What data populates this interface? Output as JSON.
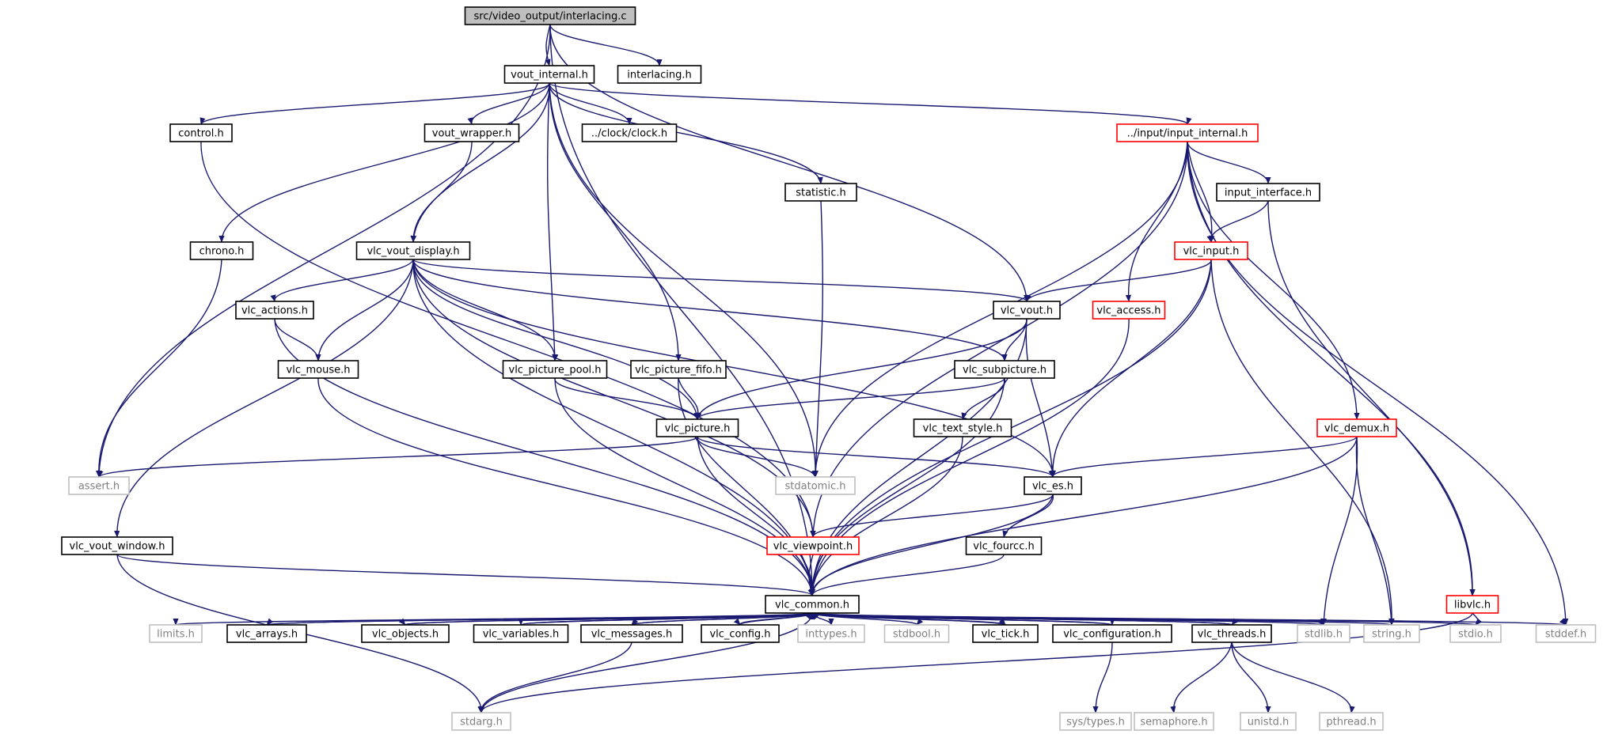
{
  "colors": {
    "edge": "#191970",
    "border_normal": "#000000",
    "border_truncated": "#ff0000",
    "border_external": "#bfbfbf",
    "fill_root": "#bfbfbf",
    "text_normal": "#000000",
    "text_external": "#7f7f7f"
  },
  "nodes": [
    {
      "id": "interlacing_c",
      "label": "src/video_output/interlacing.c",
      "kind": "root"
    },
    {
      "id": "vout_internal",
      "label": "vout_internal.h",
      "kind": "normal"
    },
    {
      "id": "interlacing_h",
      "label": "interlacing.h",
      "kind": "normal"
    },
    {
      "id": "control",
      "label": "control.h",
      "kind": "normal"
    },
    {
      "id": "vout_wrapper",
      "label": "vout_wrapper.h",
      "kind": "normal"
    },
    {
      "id": "clock",
      "label": "../clock/clock.h",
      "kind": "normal"
    },
    {
      "id": "input_internal",
      "label": "../input/input_internal.h",
      "kind": "truncated"
    },
    {
      "id": "statistic",
      "label": "statistic.h",
      "kind": "normal"
    },
    {
      "id": "input_interface",
      "label": "input_interface.h",
      "kind": "normal"
    },
    {
      "id": "chrono",
      "label": "chrono.h",
      "kind": "normal"
    },
    {
      "id": "vout_display",
      "label": "vlc_vout_display.h",
      "kind": "normal"
    },
    {
      "id": "vlc_input",
      "label": "vlc_input.h",
      "kind": "truncated"
    },
    {
      "id": "vlc_actions",
      "label": "vlc_actions.h",
      "kind": "normal"
    },
    {
      "id": "vlc_vout",
      "label": "vlc_vout.h",
      "kind": "normal"
    },
    {
      "id": "vlc_access",
      "label": "vlc_access.h",
      "kind": "truncated"
    },
    {
      "id": "vlc_mouse",
      "label": "vlc_mouse.h",
      "kind": "normal"
    },
    {
      "id": "picture_pool",
      "label": "vlc_picture_pool.h",
      "kind": "normal"
    },
    {
      "id": "picture_fifo",
      "label": "vlc_picture_fifo.h",
      "kind": "normal"
    },
    {
      "id": "subpicture",
      "label": "vlc_subpicture.h",
      "kind": "normal"
    },
    {
      "id": "text_style",
      "label": "vlc_text_style.h",
      "kind": "normal"
    },
    {
      "id": "vlc_picture",
      "label": "vlc_picture.h",
      "kind": "normal"
    },
    {
      "id": "vlc_demux",
      "label": "vlc_demux.h",
      "kind": "truncated"
    },
    {
      "id": "assert",
      "label": "assert.h",
      "kind": "external"
    },
    {
      "id": "stdatomic",
      "label": "stdatomic.h",
      "kind": "external"
    },
    {
      "id": "vlc_es",
      "label": "vlc_es.h",
      "kind": "normal"
    },
    {
      "id": "vout_window",
      "label": "vlc_vout_window.h",
      "kind": "normal"
    },
    {
      "id": "viewpoint",
      "label": "vlc_viewpoint.h",
      "kind": "truncated"
    },
    {
      "id": "fourcc",
      "label": "vlc_fourcc.h",
      "kind": "normal"
    },
    {
      "id": "libvlc",
      "label": "libvlc.h",
      "kind": "truncated"
    },
    {
      "id": "vlc_common",
      "label": "vlc_common.h",
      "kind": "normal"
    },
    {
      "id": "limits",
      "label": "limits.h",
      "kind": "external"
    },
    {
      "id": "vlc_arrays",
      "label": "vlc_arrays.h",
      "kind": "normal"
    },
    {
      "id": "vlc_objects",
      "label": "vlc_objects.h",
      "kind": "normal"
    },
    {
      "id": "vlc_variables",
      "label": "vlc_variables.h",
      "kind": "normal"
    },
    {
      "id": "vlc_messages",
      "label": "vlc_messages.h",
      "kind": "normal"
    },
    {
      "id": "vlc_config",
      "label": "vlc_config.h",
      "kind": "normal"
    },
    {
      "id": "inttypes",
      "label": "inttypes.h",
      "kind": "external"
    },
    {
      "id": "stdbool",
      "label": "stdbool.h",
      "kind": "external"
    },
    {
      "id": "vlc_tick",
      "label": "vlc_tick.h",
      "kind": "normal"
    },
    {
      "id": "vlc_configuration",
      "label": "vlc_configuration.h",
      "kind": "normal"
    },
    {
      "id": "vlc_threads",
      "label": "vlc_threads.h",
      "kind": "normal"
    },
    {
      "id": "stdlib",
      "label": "stdlib.h",
      "kind": "external"
    },
    {
      "id": "string",
      "label": "string.h",
      "kind": "external"
    },
    {
      "id": "stdio",
      "label": "stdio.h",
      "kind": "external"
    },
    {
      "id": "stddef",
      "label": "stddef.h",
      "kind": "external"
    },
    {
      "id": "stdarg",
      "label": "stdarg.h",
      "kind": "external"
    },
    {
      "id": "sys_types",
      "label": "sys/types.h",
      "kind": "external"
    },
    {
      "id": "semaphore",
      "label": "semaphore.h",
      "kind": "external"
    },
    {
      "id": "unistd",
      "label": "unistd.h",
      "kind": "external"
    },
    {
      "id": "pthread",
      "label": "pthread.h",
      "kind": "external"
    }
  ],
  "edges": [
    [
      "interlacing_c",
      "vout_internal"
    ],
    [
      "interlacing_c",
      "interlacing_h"
    ],
    [
      "interlacing_c",
      "assert"
    ],
    [
      "interlacing_c",
      "vlc_vout"
    ],
    [
      "interlacing_c",
      "vlc_common"
    ],
    [
      "vout_internal",
      "control"
    ],
    [
      "vout_internal",
      "vout_wrapper"
    ],
    [
      "vout_internal",
      "clock"
    ],
    [
      "vout_internal",
      "input_internal"
    ],
    [
      "vout_internal",
      "statistic"
    ],
    [
      "vout_internal",
      "chrono"
    ],
    [
      "vout_internal",
      "vout_display"
    ],
    [
      "vout_internal",
      "picture_pool"
    ],
    [
      "vout_internal",
      "picture_fifo"
    ],
    [
      "vout_internal",
      "stdatomic"
    ],
    [
      "control",
      "viewpoint"
    ],
    [
      "vout_wrapper",
      "vout_display"
    ],
    [
      "statistic",
      "stdatomic"
    ],
    [
      "chrono",
      "assert"
    ],
    [
      "input_internal",
      "input_interface"
    ],
    [
      "input_internal",
      "vlc_input"
    ],
    [
      "input_internal",
      "vlc_access"
    ],
    [
      "input_internal",
      "vlc_demux"
    ],
    [
      "input_internal",
      "libvlc"
    ],
    [
      "input_internal",
      "stddef"
    ],
    [
      "input_internal",
      "stdatomic"
    ],
    [
      "input_internal",
      "viewpoint"
    ],
    [
      "input_interface",
      "vlc_input"
    ],
    [
      "input_interface",
      "libvlc"
    ],
    [
      "vlc_input",
      "vlc_vout"
    ],
    [
      "vlc_input",
      "vlc_es"
    ],
    [
      "vlc_input",
      "vlc_common"
    ],
    [
      "vlc_input",
      "string"
    ],
    [
      "vout_display",
      "vlc_actions"
    ],
    [
      "vout_display",
      "vlc_mouse"
    ],
    [
      "vout_display",
      "picture_pool"
    ],
    [
      "vout_display",
      "vlc_picture"
    ],
    [
      "vout_display",
      "subpicture"
    ],
    [
      "vout_display",
      "vlc_vout"
    ],
    [
      "vout_display",
      "vout_window"
    ],
    [
      "vout_display",
      "viewpoint"
    ],
    [
      "vout_display",
      "vlc_es"
    ],
    [
      "vout_display",
      "vlc_common"
    ],
    [
      "vlc_actions",
      "vlc_mouse"
    ],
    [
      "vlc_actions",
      "vlc_common"
    ],
    [
      "vlc_mouse",
      "vlc_common"
    ],
    [
      "vlc_vout",
      "subpicture"
    ],
    [
      "vlc_vout",
      "vlc_picture"
    ],
    [
      "vlc_vout",
      "vlc_es"
    ],
    [
      "vlc_vout",
      "vlc_common"
    ],
    [
      "vlc_access",
      "vlc_common"
    ],
    [
      "picture_pool",
      "vlc_picture"
    ],
    [
      "picture_pool",
      "vlc_common"
    ],
    [
      "picture_fifo",
      "vlc_picture"
    ],
    [
      "picture_fifo",
      "vlc_common"
    ],
    [
      "subpicture",
      "vlc_picture"
    ],
    [
      "subpicture",
      "text_style"
    ],
    [
      "subpicture",
      "vlc_common"
    ],
    [
      "text_style",
      "vlc_common"
    ],
    [
      "vlc_picture",
      "assert"
    ],
    [
      "vlc_picture",
      "stdatomic"
    ],
    [
      "vlc_picture",
      "vlc_es"
    ],
    [
      "vlc_picture",
      "vlc_common"
    ],
    [
      "vlc_demux",
      "vlc_es"
    ],
    [
      "vlc_demux",
      "vlc_common"
    ],
    [
      "vlc_demux",
      "stdlib"
    ],
    [
      "vlc_demux",
      "string"
    ],
    [
      "vlc_es",
      "viewpoint"
    ],
    [
      "vlc_es",
      "fourcc"
    ],
    [
      "vlc_es",
      "vlc_common"
    ],
    [
      "vout_window",
      "vlc_common"
    ],
    [
      "vout_window",
      "stdarg"
    ],
    [
      "viewpoint",
      "vlc_common"
    ],
    [
      "fourcc",
      "vlc_common"
    ],
    [
      "libvlc",
      "stdio"
    ],
    [
      "libvlc",
      "stdarg"
    ],
    [
      "vlc_common",
      "limits"
    ],
    [
      "vlc_common",
      "vlc_arrays"
    ],
    [
      "vlc_common",
      "vlc_objects"
    ],
    [
      "vlc_common",
      "vlc_variables"
    ],
    [
      "vlc_common",
      "vlc_messages"
    ],
    [
      "vlc_common",
      "vlc_config"
    ],
    [
      "vlc_common",
      "inttypes"
    ],
    [
      "vlc_common",
      "stdbool"
    ],
    [
      "vlc_common",
      "vlc_tick"
    ],
    [
      "vlc_common",
      "vlc_configuration"
    ],
    [
      "vlc_common",
      "vlc_threads"
    ],
    [
      "vlc_common",
      "stdlib"
    ],
    [
      "vlc_common",
      "string"
    ],
    [
      "vlc_common",
      "stdio"
    ],
    [
      "vlc_common",
      "stddef"
    ],
    [
      "vlc_common",
      "stdarg"
    ],
    [
      "vlc_arrays",
      "vlc_common"
    ],
    [
      "vlc_objects",
      "vlc_common"
    ],
    [
      "vlc_variables",
      "vlc_common"
    ],
    [
      "vlc_messages",
      "vlc_common"
    ],
    [
      "vlc_messages",
      "stdarg"
    ],
    [
      "vlc_config",
      "vlc_common"
    ],
    [
      "vlc_tick",
      "vlc_common"
    ],
    [
      "vlc_configuration",
      "vlc_common"
    ],
    [
      "vlc_configuration",
      "sys_types"
    ],
    [
      "vlc_threads",
      "vlc_common"
    ],
    [
      "vlc_threads",
      "semaphore"
    ],
    [
      "vlc_threads",
      "unistd"
    ],
    [
      "vlc_threads",
      "pthread"
    ]
  ]
}
